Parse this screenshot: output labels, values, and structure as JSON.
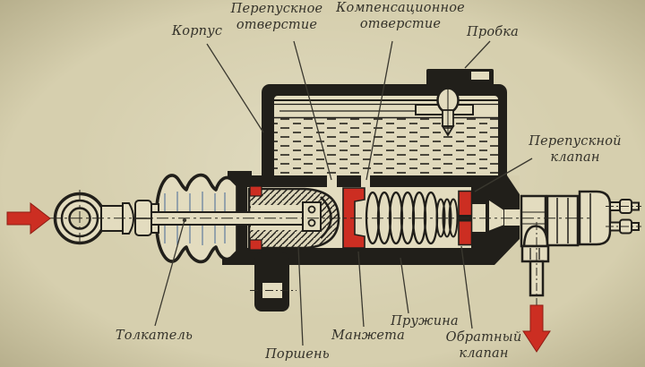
{
  "labels": {
    "body": {
      "text": "Корпус"
    },
    "bypass_port": {
      "line1": "Перепускное",
      "line2": "отверстие"
    },
    "compensation_port": {
      "line1": "Компенсационное",
      "line2": "отверстие"
    },
    "plug": {
      "text": "Пробка"
    },
    "bypass_valve": {
      "line1": "Перепускной",
      "line2": "клапан"
    },
    "pushrod": {
      "text": "Толкатель"
    },
    "piston": {
      "text": "Поршень"
    },
    "cup": {
      "text": "Манжета"
    },
    "spring": {
      "text": "Пружина"
    },
    "check_valve": {
      "line1": "Обратный",
      "line2": "клапан"
    }
  },
  "icons": {
    "input_arrow": "red-arrow-right (input force on pushrod)",
    "output_arrow": "red-arrow-down (fluid outlet to brake line)"
  },
  "colors": {
    "paper": "#d6cfae",
    "paper_light": "#e3dcbf",
    "ink": "#211f1a",
    "accent_red": "#cc2e22",
    "boot_shading_blue": "#3f6596"
  }
}
